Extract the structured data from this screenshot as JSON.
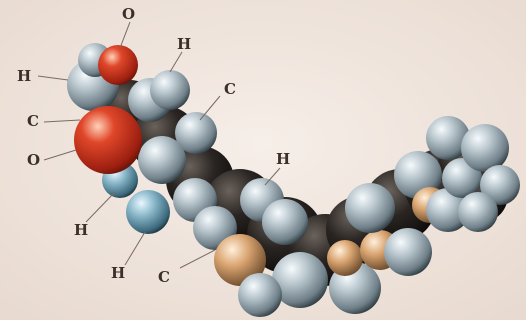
{
  "labels": {
    "o_top": "O",
    "h_top": "H",
    "h_left": "H",
    "c_right": "C",
    "c_left": "C",
    "o_left": "O",
    "h_mid": "H",
    "h_low_left": "H",
    "h_bottom": "H",
    "c_bottom": "C"
  },
  "colors": {
    "background": "#efe4dc",
    "hydrogen": "#b9c6cc",
    "carbon": "#1a1817",
    "oxygen": "#c8321e",
    "label": "#3b2f2a"
  }
}
